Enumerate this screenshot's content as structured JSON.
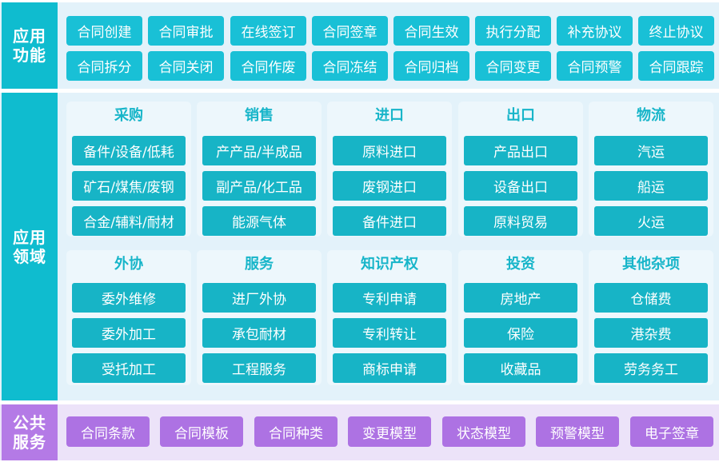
{
  "sections": {
    "functions": {
      "title_line1": "应用",
      "title_line2": "功能"
    },
    "domains": {
      "title_line1": "应用",
      "title_line2": "领域"
    },
    "public": {
      "title_line1": "公共",
      "title_line2": "服务"
    }
  },
  "functions": [
    "合同创建",
    "合同审批",
    "在线签订",
    "合同签章",
    "合同生效",
    "执行分配",
    "补充协议",
    "终止协议",
    "合同拆分",
    "合同关闭",
    "合同作废",
    "合同冻结",
    "合同归档",
    "合同变更",
    "合同预警",
    "合同跟踪"
  ],
  "domains": [
    {
      "title": "采购",
      "items": [
        "备件/设备/低耗",
        "矿石/煤焦/废钢",
        "合金/辅料/耐材"
      ]
    },
    {
      "title": "销售",
      "items": [
        "产产品/半成品",
        "副产品/化工品",
        "能源气体"
      ]
    },
    {
      "title": "进口",
      "items": [
        "原料进口",
        "废钢进口",
        "备件进口"
      ]
    },
    {
      "title": "出口",
      "items": [
        "产品出口",
        "设备出口",
        "原料贸易"
      ]
    },
    {
      "title": "物流",
      "items": [
        "汽运",
        "船运",
        "火运"
      ]
    },
    {
      "title": "外协",
      "items": [
        "委外维修",
        "委外加工",
        "受托加工"
      ]
    },
    {
      "title": "服务",
      "items": [
        "进厂外协",
        "承包耐材",
        "工程服务"
      ]
    },
    {
      "title": "知识产权",
      "items": [
        "专利申请",
        "专利转让",
        "商标申请"
      ]
    },
    {
      "title": "投资",
      "items": [
        "房地产",
        "保险",
        "收藏品"
      ]
    },
    {
      "title": "其他杂项",
      "items": [
        "仓储费",
        "港杂费",
        "劳务务工"
      ]
    }
  ],
  "public_services": [
    "合同条款",
    "合同模板",
    "合同种类",
    "变更模型",
    "状态模型",
    "预警模型",
    "电子签章"
  ]
}
